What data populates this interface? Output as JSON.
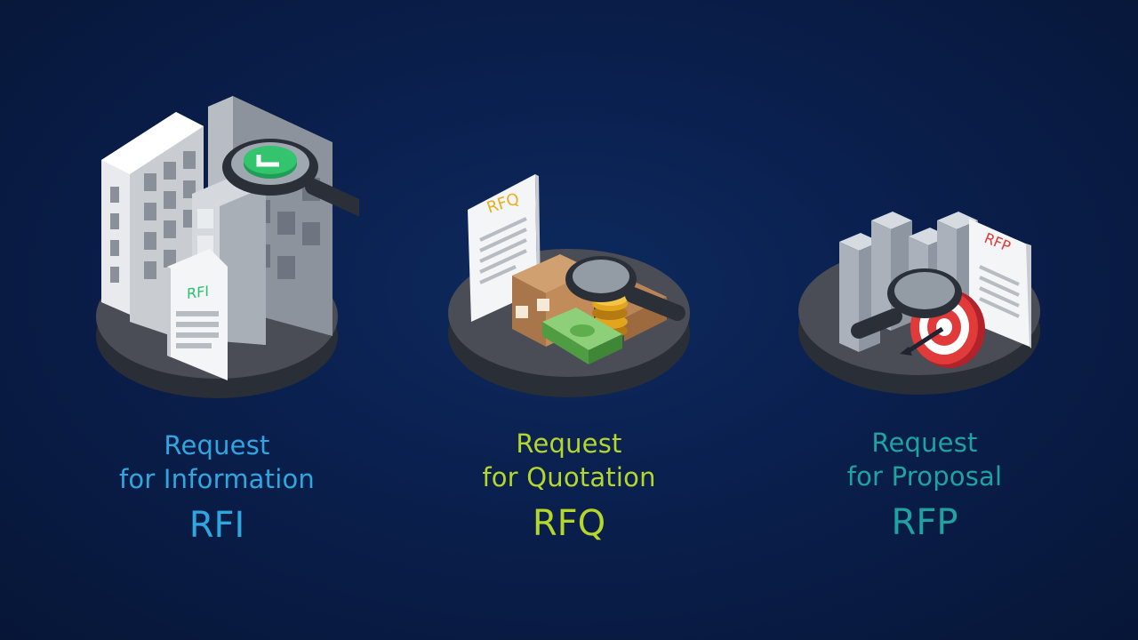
{
  "colors": {
    "background": "#0a1f4d",
    "rfi_accent": "#2fa6e0",
    "rfq_accent": "#b5d62b",
    "rfp_accent": "#1fa2a0"
  },
  "items": [
    {
      "id": "rfi",
      "line1": "Request",
      "line2": "for Information",
      "abbr": "RFI",
      "doc_label": "RFI",
      "icon": "office-buildings-magnifier-check"
    },
    {
      "id": "rfq",
      "line1": "Request",
      "line2": "for Quotation",
      "abbr": "RFQ",
      "doc_label": "RFQ",
      "icon": "boxes-money-coins-magnifier"
    },
    {
      "id": "rfp",
      "line1": "Request",
      "line2": "for Proposal",
      "abbr": "RFP",
      "doc_label": "RFP",
      "icon": "bar-chart-target-magnifier"
    }
  ]
}
